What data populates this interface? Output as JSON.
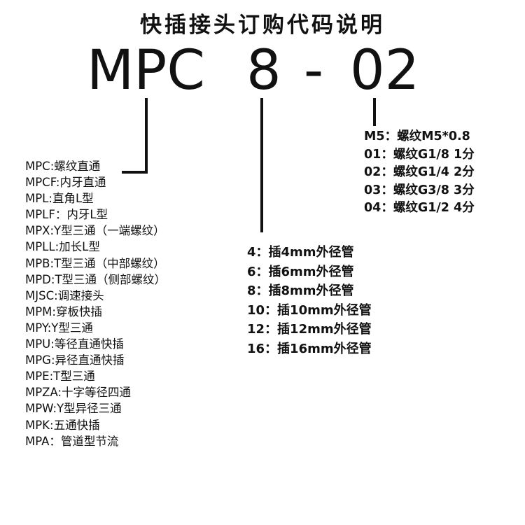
{
  "title": "快插接头订购代码说明",
  "code": {
    "series": "MPC",
    "size": "8",
    "dash": "-",
    "thread": "02"
  },
  "series_list": [
    "MPC:螺纹直通",
    "MPCF:内牙直通",
    "MPL:直角L型",
    "MPLF：内牙L型",
    "MPX:Y型三通（一端螺纹）",
    "MPLL:加长L型",
    "MPB:T型三通（中部螺纹）",
    "MPD:T型三通（侧部螺纹）",
    "MJSC:调速接头",
    "MPM:穿板快插",
    "MPY:Y型三通",
    "MPU:等径直通快插",
    "MPG:异径直通快插",
    "MPE:T型三通",
    "MPZA:十字等径四通",
    "MPW:Y型异径三通",
    "MPK:五通快插",
    "MPA：管道型节流"
  ],
  "thread_list": [
    "M5：螺纹M5*0.8",
    "01：螺纹G1/8  1分",
    "02：螺纹G1/4  2分",
    "03：螺纹G3/8  3分",
    "04：螺纹G1/2  4分"
  ],
  "tube_list": [
    "4：插4mm外径管",
    "6：插6mm外径管",
    "8：插8mm外径管",
    "10：插10mm外径管",
    "12：插12mm外径管",
    "16：插16mm外径管"
  ]
}
